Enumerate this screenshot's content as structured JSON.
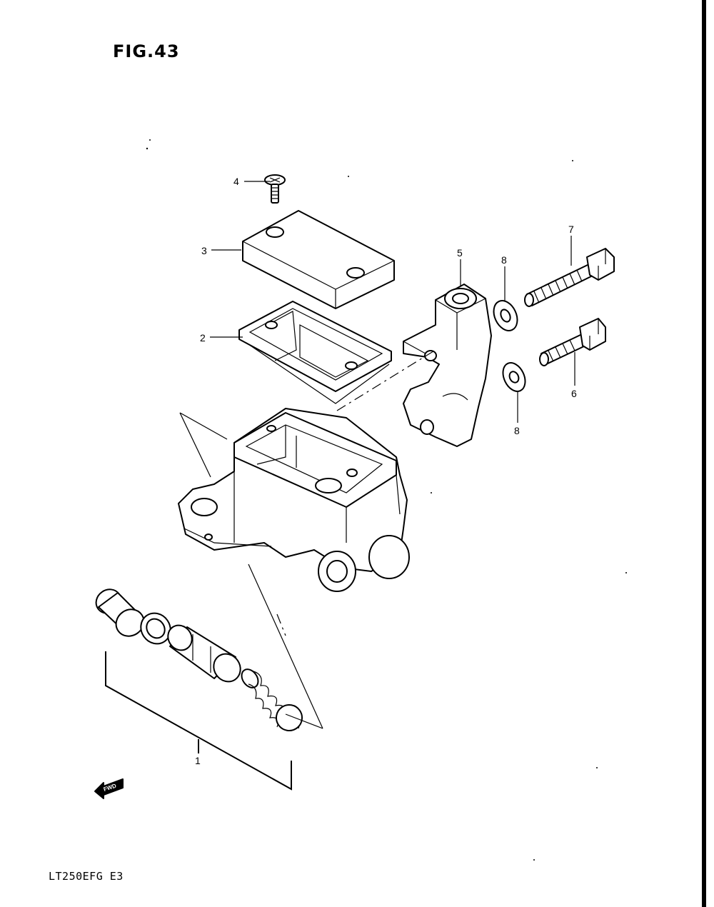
{
  "figure": {
    "title": "FIG.43",
    "model_code": "LT250EFG E3",
    "fwd_label": "FWD"
  },
  "callouts": [
    {
      "number": "1",
      "part": "piston-kit"
    },
    {
      "number": "2",
      "part": "diaphragm"
    },
    {
      "number": "3",
      "part": "reservoir-cap"
    },
    {
      "number": "4",
      "part": "cap-screw"
    },
    {
      "number": "5",
      "part": "holder-clamp"
    },
    {
      "number": "6",
      "part": "clamp-bolt-lower"
    },
    {
      "number": "7",
      "part": "clamp-bolt-upper"
    },
    {
      "number": "8",
      "part": "washer"
    },
    {
      "number": "8",
      "part": "washer"
    }
  ]
}
